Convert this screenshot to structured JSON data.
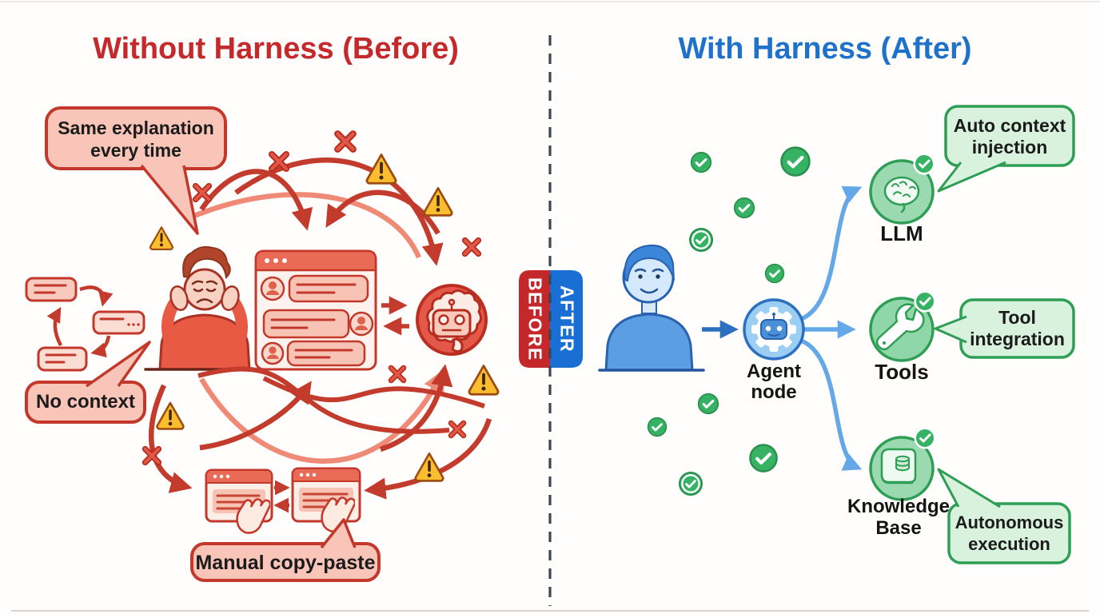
{
  "diagram": {
    "left": {
      "title": "Without Harness (Before)",
      "speech_bubbles": {
        "same_explanation": {
          "line1": "Same explanation",
          "line2": "every time"
        },
        "no_context": {
          "label": "No context"
        },
        "manual_copy_paste": {
          "label": "Manual copy-paste"
        }
      }
    },
    "divider": {
      "before_label": "BEFORE",
      "after_label": "AFTER"
    },
    "right": {
      "title": "With Harness (After)",
      "nodes": {
        "agent": {
          "line1": "Agent",
          "line2": "node"
        },
        "llm": {
          "label": "LLM"
        },
        "tools": {
          "label": "Tools"
        },
        "knowledge_base": {
          "line1": "Knowledge",
          "line2": "Base"
        }
      },
      "speech_bubbles": {
        "auto_context": {
          "line1": "Auto context",
          "line2": "injection"
        },
        "tool_integration": {
          "line1": "Tool",
          "line2": "integration"
        },
        "autonomous_execution": {
          "line1": "Autonomous",
          "line2": "execution"
        }
      }
    },
    "colors": {
      "before_red": "#c4292b",
      "after_blue": "#1f72c9",
      "error_red": "#c3382a",
      "success_green": "#2f9e55",
      "warning_yellow": "#f9bd2f",
      "connector_blue": "#64a8e8"
    }
  }
}
